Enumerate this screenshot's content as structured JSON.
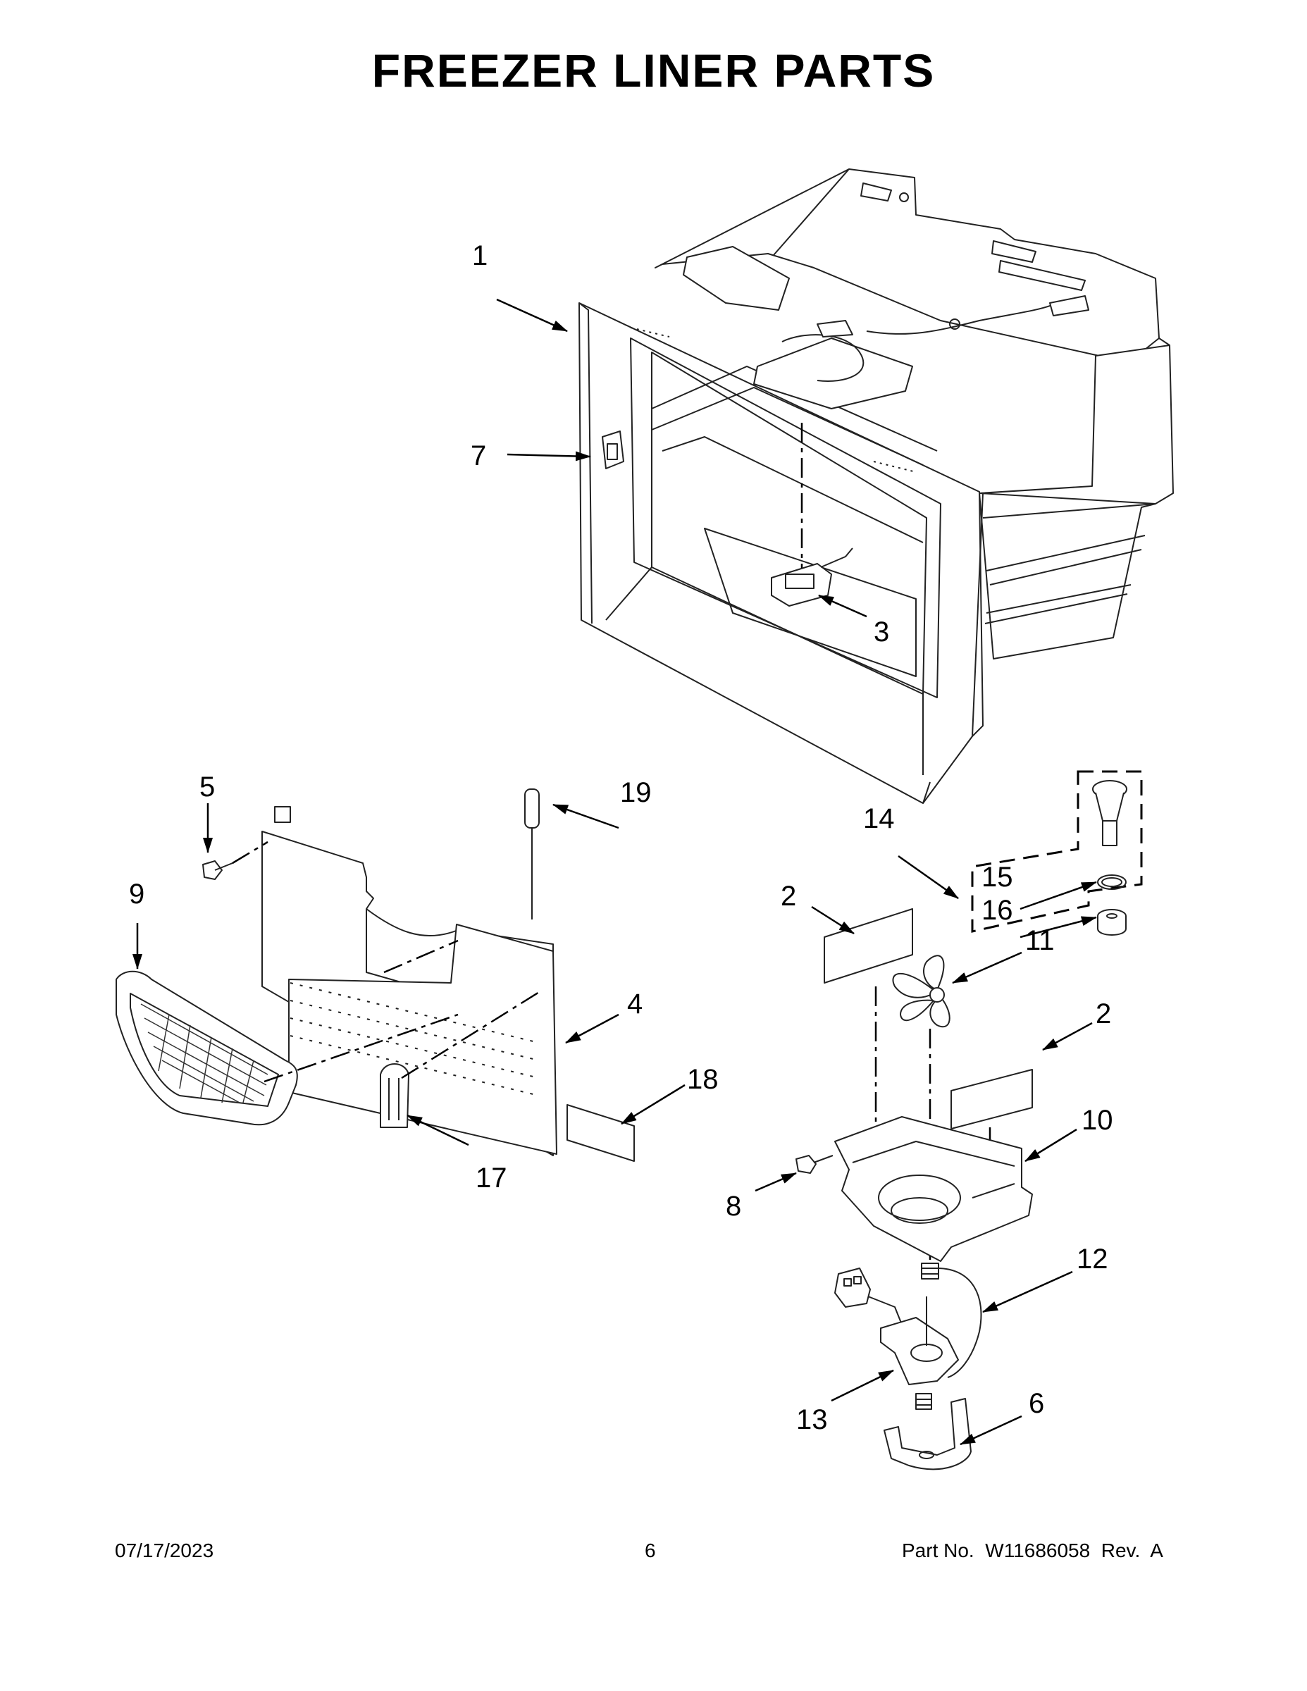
{
  "title": "FREEZER LINER PARTS",
  "callouts": {
    "c1": "1",
    "c2a": "2",
    "c2b": "2",
    "c3": "3",
    "c4": "4",
    "c5": "5",
    "c6": "6",
    "c7": "7",
    "c8": "8",
    "c9": "9",
    "c10": "10",
    "c11": "11",
    "c12": "12",
    "c13": "13",
    "c14": "14",
    "c15": "15",
    "c16": "16",
    "c17": "17",
    "c18": "18",
    "c19": "19"
  },
  "footer": {
    "date": "07/17/2023",
    "page": "6",
    "part_no": "Part No.  W11686058  Rev.  A"
  }
}
